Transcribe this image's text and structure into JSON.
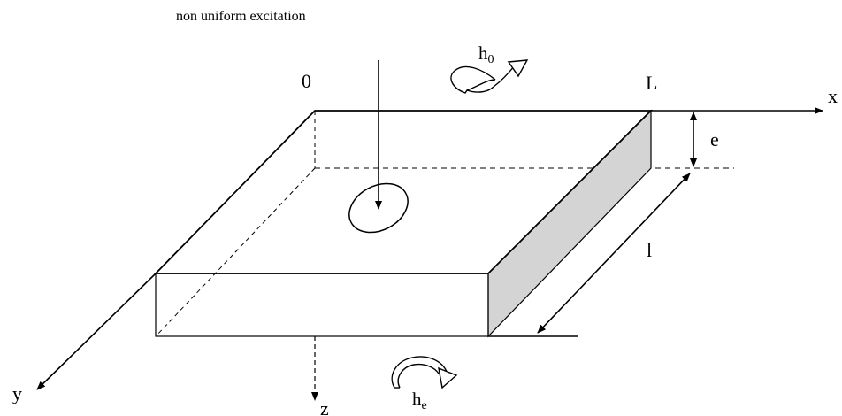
{
  "diagram": {
    "excitation_label": "non uniform excitation",
    "origin_label": "0",
    "length_label": "L",
    "x_axis_label": "x",
    "y_axis_label": "y",
    "z_axis_label": "z",
    "thickness_label": "e",
    "width_label": "l",
    "top_coefficient": {
      "base": "h",
      "sub": "0"
    },
    "bottom_coefficient": {
      "base": "h",
      "sub": "e"
    },
    "side_face_color": "#d4d4d4",
    "stroke_color": "#000000"
  }
}
